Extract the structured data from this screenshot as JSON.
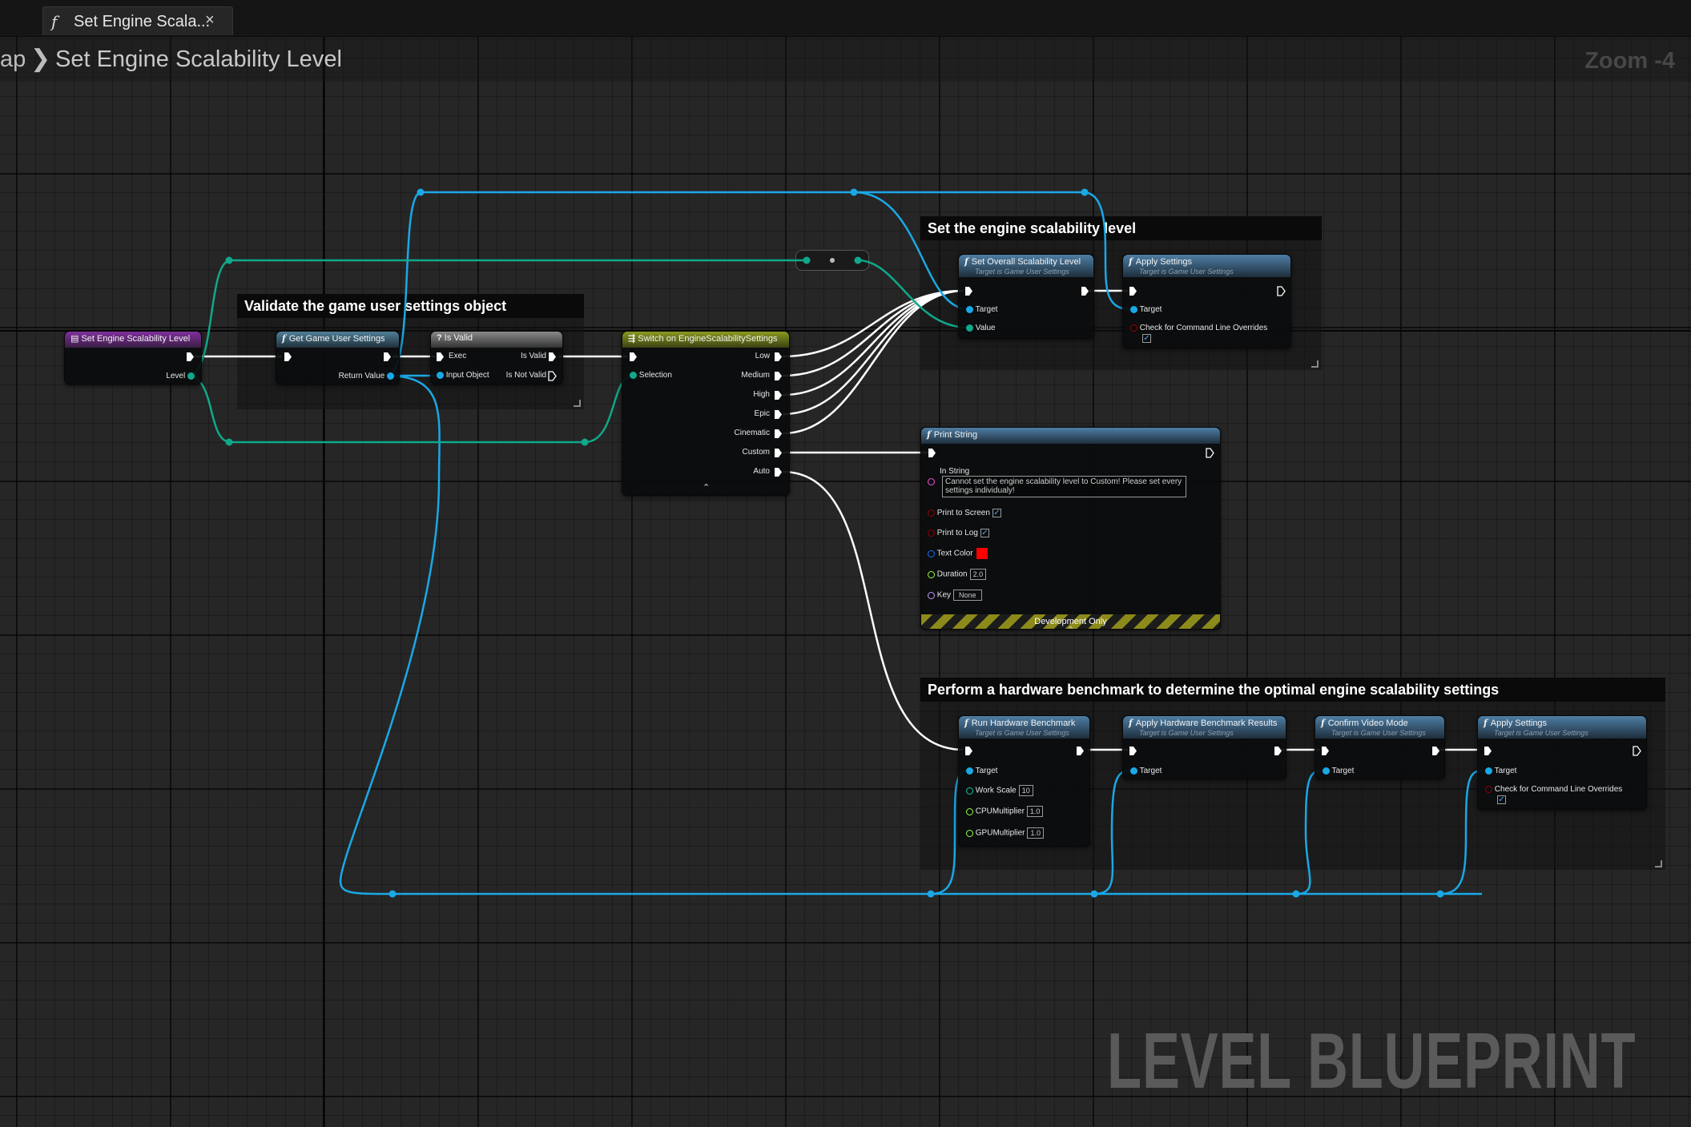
{
  "tab": {
    "icon": "function-icon",
    "label": "Set Engine Scala...",
    "close": "×"
  },
  "breadcrumb": {
    "previous": "ap",
    "separator": "❯",
    "current": "Set Engine Scalability Level"
  },
  "zoom": "Zoom -4",
  "watermark": "LEVEL BLUEPRINT",
  "colors": {
    "exec": "#ffffff",
    "object": "#1aa8e6",
    "enum": "#10a88a",
    "string": "#ff4fd8",
    "bool": "#9a0000",
    "float": "#93ff40",
    "linear_color": "#1a6fff",
    "name": "#c99cff"
  },
  "comments": {
    "validate": "Validate the game user settings object",
    "set_level": "Set the engine scalability level",
    "benchmark": "Perform a hardware benchmark to determine the optimal engine scalability settings"
  },
  "nodes": {
    "entry": {
      "title": "Set Engine Scalability Level",
      "pin_level": "Level"
    },
    "get_settings": {
      "title": "Get Game User Settings",
      "pin_return": "Return Value"
    },
    "is_valid": {
      "title": "Is Valid",
      "pin_exec": "Exec",
      "pin_input": "Input Object",
      "pin_valid": "Is Valid",
      "pin_not_valid": "Is Not Valid"
    },
    "switch": {
      "title": "Switch on EngineScalabilitySettings",
      "pin_selection": "Selection",
      "outputs": [
        "Low",
        "Medium",
        "High",
        "Epic",
        "Cinematic",
        "Custom",
        "Auto"
      ]
    },
    "set_overall": {
      "title": "Set Overall Scalability Level",
      "subtitle": "Target is Game User Settings",
      "pin_target": "Target",
      "pin_value": "Value"
    },
    "apply_settings_1": {
      "title": "Apply Settings",
      "subtitle": "Target is Game User Settings",
      "pin_target": "Target",
      "pin_override": "Check for Command Line Overrides"
    },
    "print_string": {
      "title": "Print String",
      "in_string_label": "In String",
      "in_string_value": "Cannot set the engine scalability level to Custom! Please set every settings individualy!",
      "print_to_screen": "Print to Screen",
      "print_to_log": "Print to Log",
      "text_color": "Text Color",
      "duration_label": "Duration",
      "duration_value": "2.0",
      "key_label": "Key",
      "key_value": "None",
      "dev_only": "Development Only"
    },
    "run_benchmark": {
      "title": "Run Hardware Benchmark",
      "subtitle": "Target is Game User Settings",
      "pin_target": "Target",
      "work_scale_label": "Work Scale",
      "work_scale_value": "10",
      "cpu_label": "CPUMultiplier",
      "cpu_value": "1.0",
      "gpu_label": "GPUMultiplier",
      "gpu_value": "1.0"
    },
    "apply_benchmark": {
      "title": "Apply Hardware Benchmark Results",
      "subtitle": "Target is Game User Settings",
      "pin_target": "Target"
    },
    "confirm_video": {
      "title": "Confirm Video Mode",
      "subtitle": "Target is Game User Settings",
      "pin_target": "Target"
    },
    "apply_settings_2": {
      "title": "Apply Settings",
      "subtitle": "Target is Game User Settings",
      "pin_target": "Target",
      "pin_override": "Check for Command Line Overrides"
    }
  },
  "checkmark": "✓",
  "caret_up": "⌃"
}
